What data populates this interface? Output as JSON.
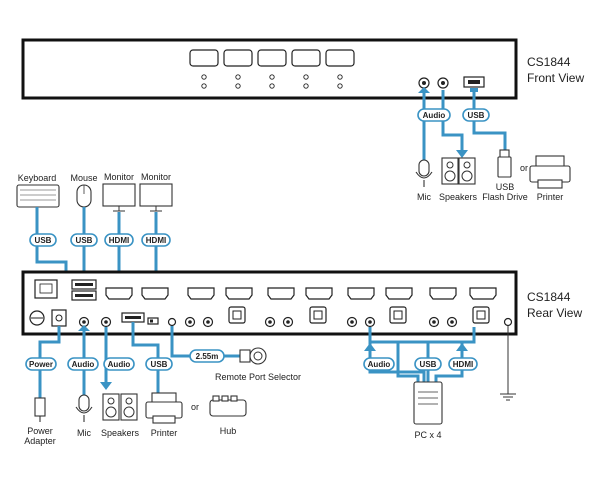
{
  "front": {
    "model": "CS1844",
    "view": "Front View",
    "tags": {
      "audio": "Audio",
      "usb": "USB"
    },
    "devices": {
      "mic": "Mic",
      "speakers": "Speakers",
      "or": "or",
      "usb_drive_line1": "USB",
      "usb_drive_line2": "Flash Drive",
      "printer": "Printer"
    }
  },
  "rear": {
    "model": "CS1844",
    "view": "Rear View",
    "console_devices": {
      "keyboard": "Keyboard",
      "mouse": "Mouse",
      "monitor1": "Monitor",
      "monitor2": "Monitor"
    },
    "console_tags": {
      "keyboard_usb": "USB",
      "mouse_usb": "USB",
      "hdmi1": "HDMI",
      "hdmi2": "HDMI"
    },
    "bottom_tags": {
      "power": "Power",
      "audio_mic": "Audio",
      "audio_spk": "Audio",
      "usb_printer": "USB",
      "cable_length": "2.55m"
    },
    "bottom_devices": {
      "power_line1": "Power",
      "power_line2": "Adapter",
      "mic": "Mic",
      "speakers": "Speakers",
      "printer": "Printer",
      "or": "or",
      "hub": "Hub",
      "remote": "Remote Port Selector"
    },
    "pc_tags": {
      "audio": "Audio",
      "usb": "USB",
      "hdmi": "HDMI"
    },
    "pc_label": "PC x 4"
  },
  "colors": {
    "cable": "#3a93c4",
    "outline": "#111111"
  }
}
